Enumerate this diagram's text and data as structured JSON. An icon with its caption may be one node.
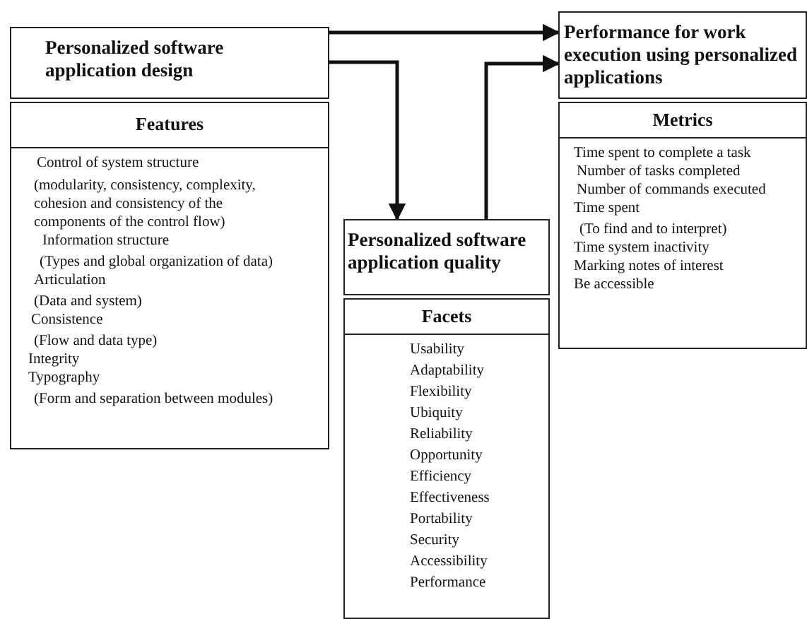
{
  "diagram": {
    "nodes": [
      {
        "text": [
          "Personalized software application design"
        ]
      },
      {
        "text": [
          "Features",
          "Control of system structure",
          "(modularity, consistency, complexity, cohesion and consistency of the components of the control flow)",
          "Information structure",
          "(Types and global organization of data)",
          "Articulation",
          "(Data and system)",
          "Consistence",
          "(Flow and data type)",
          "Integrity",
          "Typography",
          "(Form and separation between modules)"
        ]
      },
      {
        "text": [
          "Personalized software application quality"
        ]
      },
      {
        "text": [
          "Facets",
          "Usability",
          "Adaptability",
          "Flexibility",
          "Ubiquity",
          "Reliability",
          "Opportunity",
          "Efficiency",
          "Effectiveness",
          "Portability",
          "Security",
          "Accessibility",
          "Performance"
        ]
      },
      {
        "text": [
          "Performance for work execution using personalized applications"
        ]
      },
      {
        "text": [
          "Metrics",
          "Time spent to complete a task",
          "Number of tasks completed",
          "Number of commands executed",
          "Time spent",
          "(To find and to interpret)",
          "Time system inactivity",
          "Marking notes of interest",
          "Be accessible"
        ]
      }
    ],
    "edges": [
      {
        "from": 0,
        "to": 4,
        "arrow": "to"
      },
      {
        "from": 0,
        "to": 2,
        "arrow": "to"
      },
      {
        "from": 2,
        "to": 4,
        "arrow": "to"
      }
    ]
  }
}
